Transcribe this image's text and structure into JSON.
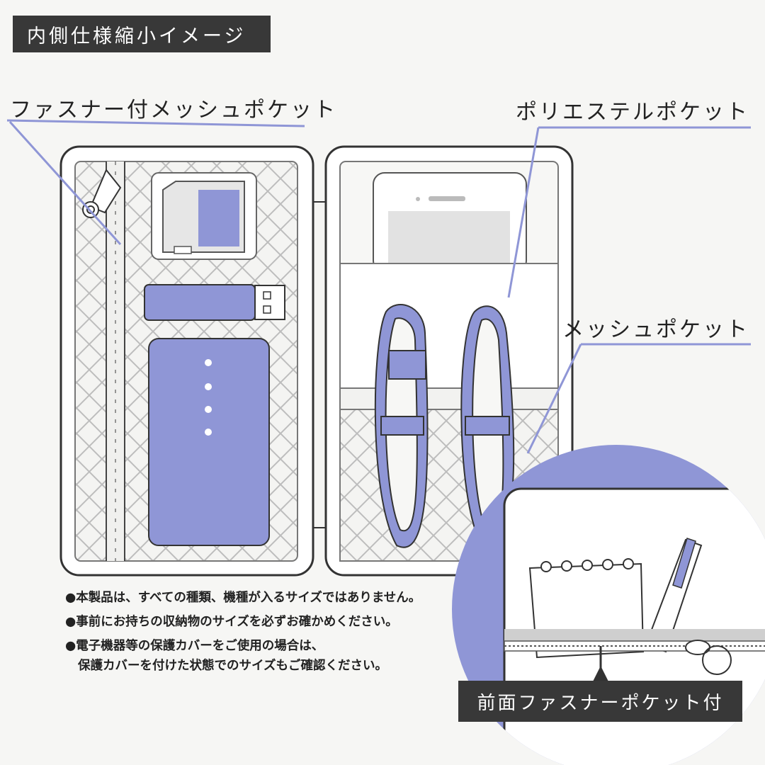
{
  "badge": {
    "title": "内側仕様縮小イメージ"
  },
  "callouts": {
    "zip_mesh_pocket": "ファスナー付メッシュポケット",
    "polyester_pocket": "ポリエステルポケット",
    "mesh_pocket": "メッシュポケット",
    "front_zip_pocket": "前面ファスナーポケット付"
  },
  "notes": [
    "●本製品は、すべての種類、機種が入るサイズではありません。",
    "●事前にお持ちの収納物のサイズを必ずお確かめください。",
    "●電子機器等の保護カバーをご使用の場合は、",
    "保護カバーを付けた状態でのサイズもご確認ください。"
  ],
  "colors": {
    "accent": "#8f96d6",
    "dark": "#383838",
    "outline": "#333333",
    "mesh": "#b9b9b9"
  }
}
